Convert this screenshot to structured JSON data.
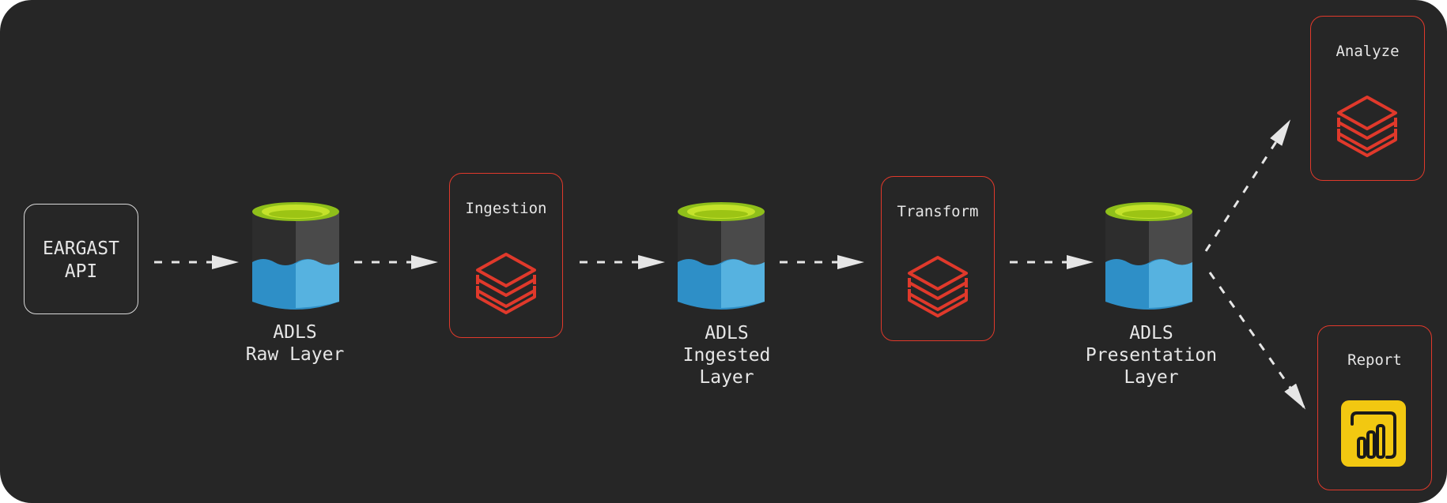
{
  "source": {
    "label": "EARGAST\nAPI"
  },
  "storage": [
    {
      "label": "ADLS\nRaw Layer",
      "icon": "adls-storage-icon"
    },
    {
      "label": "ADLS\nIngested\nLayer",
      "icon": "adls-storage-icon"
    },
    {
      "label": "ADLS\nPresentation\nLayer",
      "icon": "adls-storage-icon"
    }
  ],
  "processes": [
    {
      "title": "Ingestion",
      "icon": "databricks-icon"
    },
    {
      "title": "Transform",
      "icon": "databricks-icon"
    },
    {
      "title": "Analyze",
      "icon": "databricks-icon"
    },
    {
      "title": "Report",
      "icon": "powerbi-icon"
    }
  ],
  "colors": {
    "background": "#262626",
    "accent_red": "#e0392b",
    "text": "#e6e6e6",
    "arrow": "#e6e6e6",
    "powerbi_yellow": "#f2c811"
  }
}
